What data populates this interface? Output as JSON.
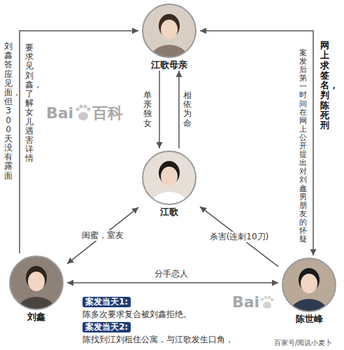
{
  "diagram": {
    "nodes": [
      {
        "text": [
          "江歌母亲"
        ]
      },
      {
        "text": [
          "江歌"
        ]
      },
      {
        "text": [
          "刘鑫"
        ]
      },
      {
        "text": [
          "陈世峰"
        ]
      }
    ],
    "edges": [
      {
        "from": 0,
        "to": 1,
        "label": "单亲独女",
        "arrow": "to"
      },
      {
        "from": 1,
        "to": 0,
        "label": "相依为命",
        "arrow": "to"
      },
      {
        "from": 2,
        "to": 0,
        "label": "要求见刘鑫，了解女儿遇害详情",
        "arrow": "to"
      },
      {
        "from": 0,
        "to": 3,
        "label": "网上求签名，判陈死刑",
        "arrow": "both"
      },
      {
        "from": 2,
        "to": 1,
        "label": "闺蜜，室友",
        "arrow": "both"
      },
      {
        "from": 3,
        "to": 1,
        "label": "杀害(连刺10刀)",
        "arrow": "to"
      },
      {
        "from": 2,
        "to": 3,
        "label": "分手恋人",
        "arrow": "both"
      }
    ],
    "labels": [
      "刘鑫答应见面，但300天没有露面",
      "案发后第一时间在网上公开提出对刘鑫男朋友的怀疑",
      "案发当天1:",
      "陈多次要求复合被刘鑫拒绝。",
      "案发当天2:",
      "陈找到江刘租住公寓，与江歌发生口角，",
      "Bai",
      "百科",
      "Bai",
      "百家号/阅说小麦卜"
    ]
  }
}
